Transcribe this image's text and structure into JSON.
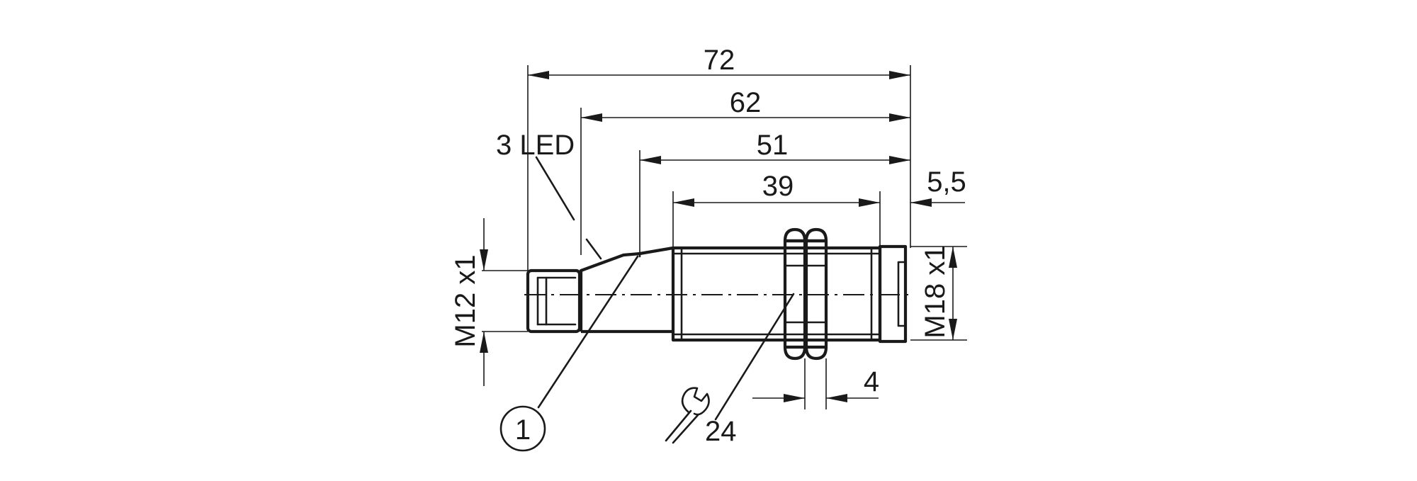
{
  "dimensions": {
    "overall_length": "72",
    "body_length": "62",
    "thread_start": "51",
    "thread_length": "39",
    "end_offset": "5,5",
    "nut_thickness": "4"
  },
  "labels": {
    "led": "3 LED",
    "connector_thread": "M12 x1",
    "housing_thread": "M18 x1",
    "wrench_size": "24",
    "callout_number": "1"
  }
}
